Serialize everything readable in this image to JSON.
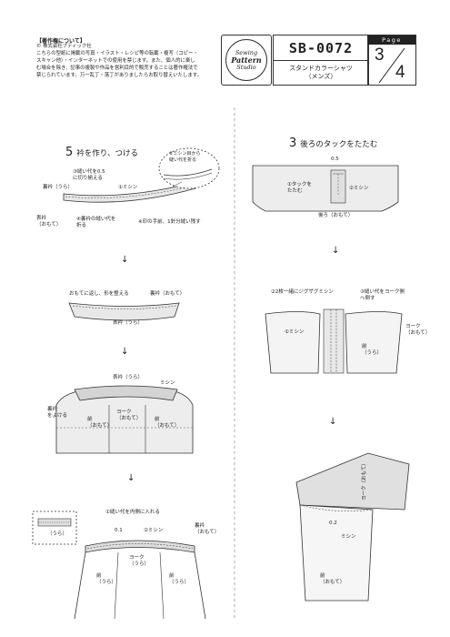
{
  "copyright": {
    "title": "【著作権について】",
    "company": "© 株式会社ブティック社",
    "lines": [
      "こちらの型紙に掲載の写真・イラスト・レシピ等の転載・複写（コピー・",
      "スキャン他）・インターネットでの使用を禁じます。また、個人的に楽し",
      "む場合を除き、記事の複製や作品を営利目的で販売することは著作権法で",
      "禁じられています。万一乱丁・落丁がありましたらお取り替えいたします。"
    ]
  },
  "logo": {
    "line1": "Sewing",
    "line2": "Pattern",
    "line3": "Studio"
  },
  "header": {
    "code": "SB-0072",
    "title_line1": "スタンドカラーシャツ",
    "title_line2": "（メンズ）",
    "page_label": "Page",
    "page_current": "3",
    "page_total": "4"
  },
  "left": {
    "step_number": "5",
    "step_title": "衿を作り、つける",
    "fig1": {
      "callout": "②ミシン目から\n縫い代を折る",
      "l1": "③縫い代を0.5\nに切り揃える",
      "l2": "裏衿（うら）",
      "l3": "①ミシン",
      "l4": "表衿\n（おもて）",
      "l5": "④裏衿の縫い代を\n折る",
      "l6": "※印の手前、1針分縫い残す"
    },
    "fig2": {
      "l1": "おもてに返し、形を整える",
      "l2": "裏衿（おもて）",
      "l3": "表衿（うら）"
    },
    "fig3": {
      "l1": "表衿（うら）",
      "l2": "ミシン",
      "l3": "裏衿\nをよける",
      "l4": "前\n（おもて）",
      "l5": "ヨーク\n（おもて）",
      "l6": "前\n（おもて）"
    },
    "fig4": {
      "l1": "①縫い代を内側に入れる",
      "l2": "裏衿\n（おもて）",
      "l3": "0.1",
      "l4": "②ミシン",
      "l5": "ヨーク\n（うら）",
      "l6": "前\n（うら）",
      "l7": "前\n（うら）",
      "l8": "（うら）"
    }
  },
  "right": {
    "step_number": "3",
    "step_title": "後ろのタックをたたむ",
    "fig1": {
      "l1": "0.5",
      "l2": "①タックを\nたたむ",
      "l3": "②ミシン",
      "l4": "後ろ（おもて）"
    },
    "fig2": {
      "l1": "②2枚一緒にジグザグミシン",
      "l2": "③縫い代をヨーク側\nへ倒す",
      "l3": "①ミシン",
      "l4": "前\n（うら）",
      "l5": "ヨーク\n（おもて）"
    },
    "fig3": {
      "l1": "ヨーク（おもて）",
      "l2": "0.2",
      "l3": "ミシン",
      "l4": "前\n（おもて）"
    }
  },
  "arrow": "↓"
}
